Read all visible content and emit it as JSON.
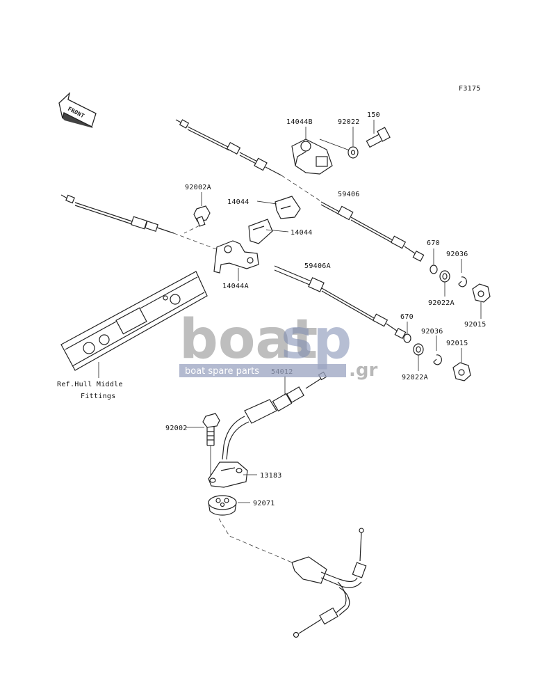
{
  "figure_code": "F3175",
  "front_label": "FRONT",
  "labels": {
    "p14044B": "14044B",
    "p92022": "92022",
    "p150": "150",
    "p92002A": "92002A",
    "p14044_a": "14044",
    "p14044_b": "14044",
    "p14044A": "14044A",
    "p59406": "59406",
    "p59406A": "59406A",
    "p670_a": "670",
    "p670_b": "670",
    "p92036_a": "92036",
    "p92036_b": "92036",
    "p92022A_a": "92022A",
    "p92022A_b": "92022A",
    "p92015_a": "92015",
    "p92015_b": "92015",
    "p54012": "54012",
    "p92002": "92002",
    "p13183": "13183",
    "p92071": "92071"
  },
  "ref_note": {
    "line1": "Ref.Hull Middle",
    "line2": "Fittings"
  },
  "watermark": {
    "word1": "boat",
    "word2": "sp",
    "suffix": ".gr",
    "tagline": "boat spare parts"
  }
}
